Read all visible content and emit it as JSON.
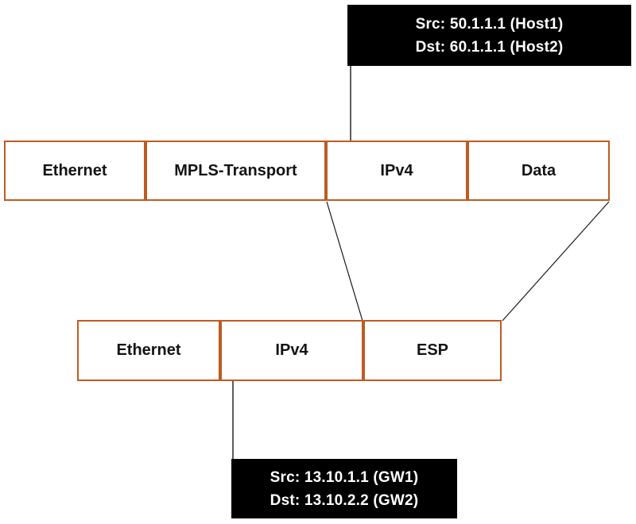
{
  "diagram": {
    "name": "esp-tunnel-packet-encapsulation",
    "colors": {
      "box_border": "#bf5b21",
      "label_background": "#000000",
      "label_text": "#ffffff",
      "box_text": "#141414",
      "connector": "#1a1a1a",
      "background": "#ffffff"
    },
    "labels": {
      "host": {
        "line1": "Src: 50.1.1.1 (Host1)",
        "line2": "Dst: 60.1.1.1 (Host2)"
      },
      "gateway": {
        "line1": "Src: 13.10.1.1 (GW1)",
        "line2": "Dst: 13.10.2.2 (GW2)"
      }
    },
    "rows": {
      "original": {
        "boxes": [
          {
            "label": "Ethernet"
          },
          {
            "label": "MPLS-Transport"
          },
          {
            "label": "IPv4"
          },
          {
            "label": "Data"
          }
        ]
      },
      "encapsulated": {
        "boxes": [
          {
            "label": "Ethernet"
          },
          {
            "label": "IPv4"
          },
          {
            "label": "ESP"
          }
        ]
      }
    }
  }
}
